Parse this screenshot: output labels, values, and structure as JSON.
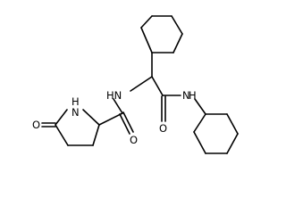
{
  "molecule": {
    "atom_labels": {
      "ring_nh": "N",
      "ring_nh_h": "H",
      "lactam_o": "O",
      "amide1_nh": "HN",
      "amide1_o": "O",
      "amide2_nh": "N",
      "amide2_nh_h": "H",
      "amide2_o": "O"
    }
  }
}
